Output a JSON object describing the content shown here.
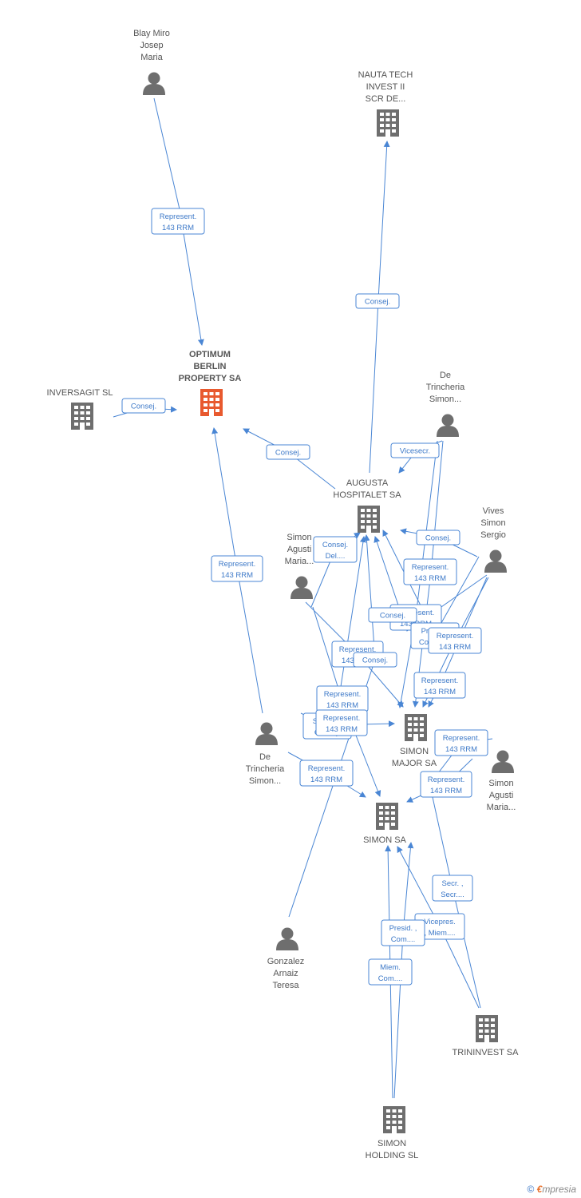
{
  "nodes": [
    {
      "id": "blay",
      "type": "person",
      "lines": [
        "Blay Miro",
        "Josep",
        "Maria"
      ]
    },
    {
      "id": "nauta",
      "type": "company",
      "lines": [
        "NAUTA TECH",
        "INVEST II",
        "SCR DE..."
      ]
    },
    {
      "id": "optimum",
      "type": "company",
      "focus": true,
      "lines": [
        "OPTIMUM",
        "BERLIN",
        "PROPERTY SA"
      ]
    },
    {
      "id": "inversagit",
      "type": "company",
      "lines": [
        "INVERSAGIT SL"
      ]
    },
    {
      "id": "detrin1",
      "type": "person",
      "lines": [
        "De",
        "Trincheria",
        "Simon..."
      ]
    },
    {
      "id": "augusta",
      "type": "company",
      "lines": [
        "AUGUSTA",
        "HOSPITALET SA"
      ]
    },
    {
      "id": "vives",
      "type": "person",
      "lines": [
        "Vives",
        "Simon",
        "Sergio"
      ]
    },
    {
      "id": "simonagusti1",
      "type": "person",
      "lines": [
        "Simon",
        "Agusti",
        "Maria..."
      ]
    },
    {
      "id": "simonmajor",
      "type": "company",
      "lines": [
        "SIMON",
        "MAJOR SA"
      ]
    },
    {
      "id": "detrin2",
      "type": "person",
      "lines": [
        "De",
        "Trincheria",
        "Simon..."
      ]
    },
    {
      "id": "simonagusti2",
      "type": "person",
      "lines": [
        "Simon",
        "Agusti",
        "Maria..."
      ]
    },
    {
      "id": "simonsa",
      "type": "company",
      "lines": [
        "SIMON SA"
      ]
    },
    {
      "id": "gonzalez",
      "type": "person",
      "lines": [
        "Gonzalez",
        "Arnaiz",
        "Teresa"
      ]
    },
    {
      "id": "trininvest",
      "type": "company",
      "lines": [
        "TRININVEST SA"
      ]
    },
    {
      "id": "simonholding",
      "type": "company",
      "lines": [
        "SIMON",
        "HOLDING SL"
      ]
    }
  ],
  "edges": [
    {
      "label": [
        "Represent.",
        "143 RRM"
      ]
    },
    {
      "label": [
        "Consej."
      ]
    },
    {
      "label": [
        "Consej."
      ]
    },
    {
      "label": [
        "Consej."
      ]
    },
    {
      "label": [
        "Vicesecr."
      ]
    },
    {
      "label": [
        "Consej."
      ]
    },
    {
      "label": [
        "Represent.",
        "143 RRM"
      ]
    },
    {
      "label": [
        "Consej.",
        "Del...."
      ]
    },
    {
      "label": [
        "Represent.",
        "143 RRM"
      ]
    },
    {
      "label": [
        "Represent.",
        "143 RRM"
      ]
    },
    {
      "label": [
        "Presid. ,",
        "Consej...."
      ]
    },
    {
      "label": [
        "Represent.",
        "143 RRM"
      ]
    },
    {
      "label": [
        "Represent.",
        "143 RRM"
      ]
    },
    {
      "label": [
        "Consej."
      ]
    },
    {
      "label": [
        "Represent.",
        "143 RRM"
      ]
    },
    {
      "label": [
        "Represent.",
        "143 RRM"
      ]
    },
    {
      "label": [
        "Secr.  No",
        "Consej."
      ]
    },
    {
      "label": [
        "Represent.",
        "143 RRM"
      ]
    },
    {
      "label": [
        "Represent.",
        "143 RRM"
      ]
    },
    {
      "label": [
        "Represent.",
        "143 RRM"
      ]
    },
    {
      "label": [
        "Represent.",
        "143 RRM"
      ]
    },
    {
      "label": [
        "Secr. ,",
        "Secr...."
      ]
    },
    {
      "label": [
        "Vicepres.",
        ", Miem...."
      ]
    },
    {
      "label": [
        "Presid. ,",
        "Com...."
      ]
    },
    {
      "label": [
        "Miem.",
        "Com...."
      ]
    },
    {
      "label": [
        "Consej."
      ]
    }
  ],
  "footer": {
    "copyright": "©",
    "brand_initial": "€",
    "brand_rest": "mpresia"
  },
  "colors": {
    "edge": "#4a86d4",
    "node": "#6e6e6e",
    "focus": "#e8592e"
  }
}
